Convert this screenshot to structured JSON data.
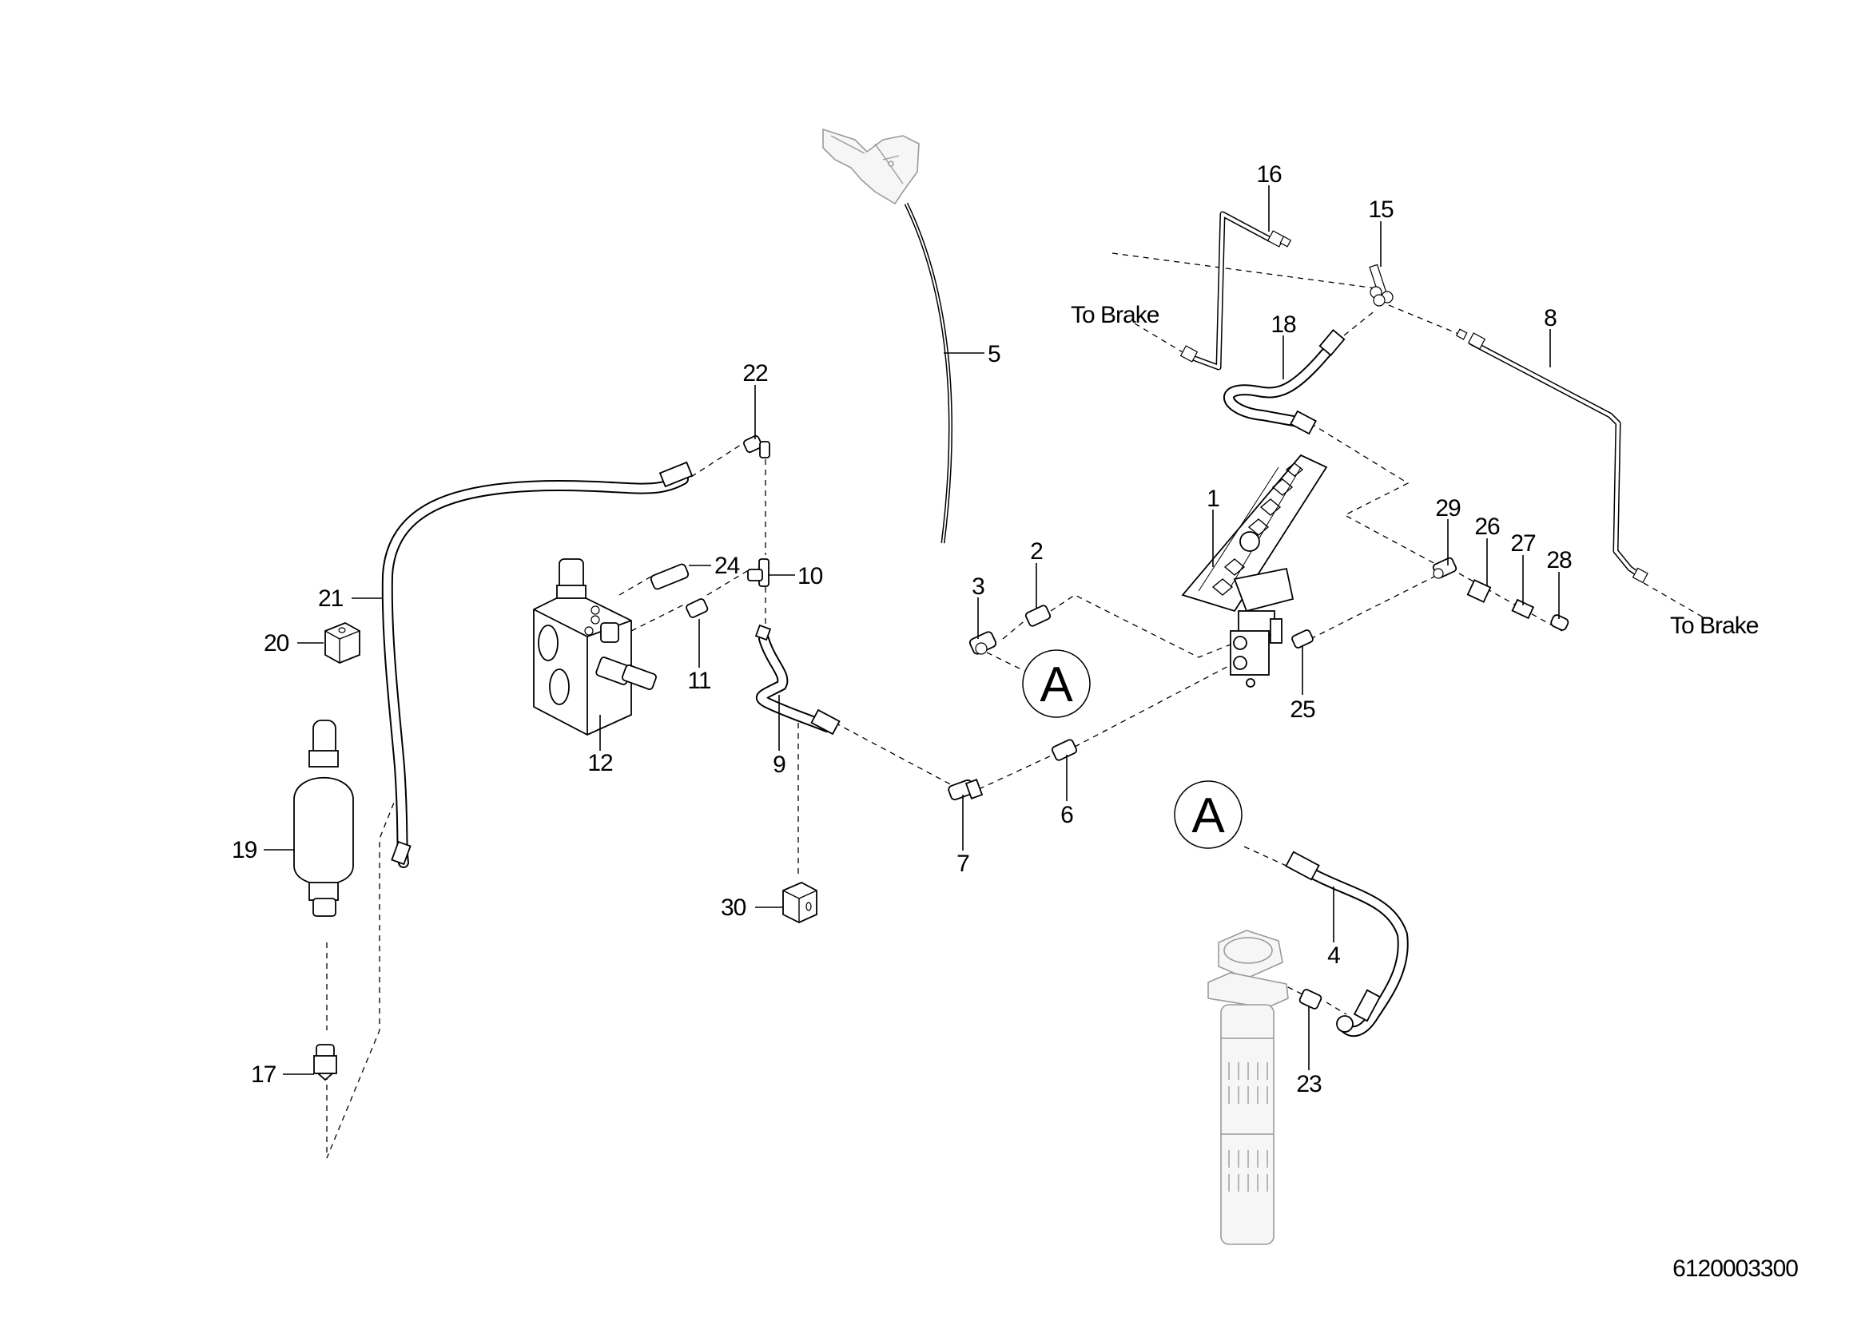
{
  "diagram": {
    "title": "Hydraulic brake / pedal assembly exploded view",
    "drawing_number": "6120003300",
    "annotations": {
      "to_brake_left": "To Brake",
      "to_brake_right": "To Brake",
      "connector_a_1": "A",
      "connector_a_2": "A"
    },
    "callouts": {
      "c1": "1",
      "c2": "2",
      "c3": "3",
      "c4": "4",
      "c5": "5",
      "c6": "6",
      "c7": "7",
      "c8": "8",
      "c9": "9",
      "c10": "10",
      "c11": "11",
      "c12": "12",
      "c15": "15",
      "c16": "16",
      "c17": "17",
      "c18": "18",
      "c19": "19",
      "c20": "20",
      "c21": "21",
      "c22": "22",
      "c23": "23",
      "c24": "24",
      "c25": "25",
      "c26": "26",
      "c27": "27",
      "c28": "28",
      "c29": "29",
      "c30": "30"
    },
    "parts": [
      {
        "ref": "1",
        "name": "Brake pedal valve"
      },
      {
        "ref": "2",
        "name": "Straight fitting"
      },
      {
        "ref": "3",
        "name": "Elbow fitting"
      },
      {
        "ref": "4",
        "name": "Hose to filter"
      },
      {
        "ref": "5",
        "name": "Cable / tube"
      },
      {
        "ref": "6",
        "name": "Straight fitting"
      },
      {
        "ref": "7",
        "name": "Elbow fitting"
      },
      {
        "ref": "8",
        "name": "Brake pipe (right)"
      },
      {
        "ref": "9",
        "name": "Hose"
      },
      {
        "ref": "10",
        "name": "Tee fitting"
      },
      {
        "ref": "11",
        "name": "Straight fitting"
      },
      {
        "ref": "12",
        "name": "Valve block"
      },
      {
        "ref": "15",
        "name": "Tee with bracket"
      },
      {
        "ref": "16",
        "name": "Brake pipe (left)"
      },
      {
        "ref": "17",
        "name": "Adapter"
      },
      {
        "ref": "18",
        "name": "Hose"
      },
      {
        "ref": "19",
        "name": "Accumulator"
      },
      {
        "ref": "20",
        "name": "Clamp block"
      },
      {
        "ref": "21",
        "name": "Hose"
      },
      {
        "ref": "22",
        "name": "Elbow fitting"
      },
      {
        "ref": "23",
        "name": "Straight fitting"
      },
      {
        "ref": "24",
        "name": "Pressure switch"
      },
      {
        "ref": "25",
        "name": "Straight fitting"
      },
      {
        "ref": "26",
        "name": "Coupling"
      },
      {
        "ref": "27",
        "name": "Adapter"
      },
      {
        "ref": "28",
        "name": "Plug"
      },
      {
        "ref": "29",
        "name": "Tee fitting"
      },
      {
        "ref": "30",
        "name": "Clamp block"
      }
    ],
    "colors": {
      "line": "#000000",
      "ghost_part": "#9a9a9a",
      "background": "#ffffff"
    }
  }
}
